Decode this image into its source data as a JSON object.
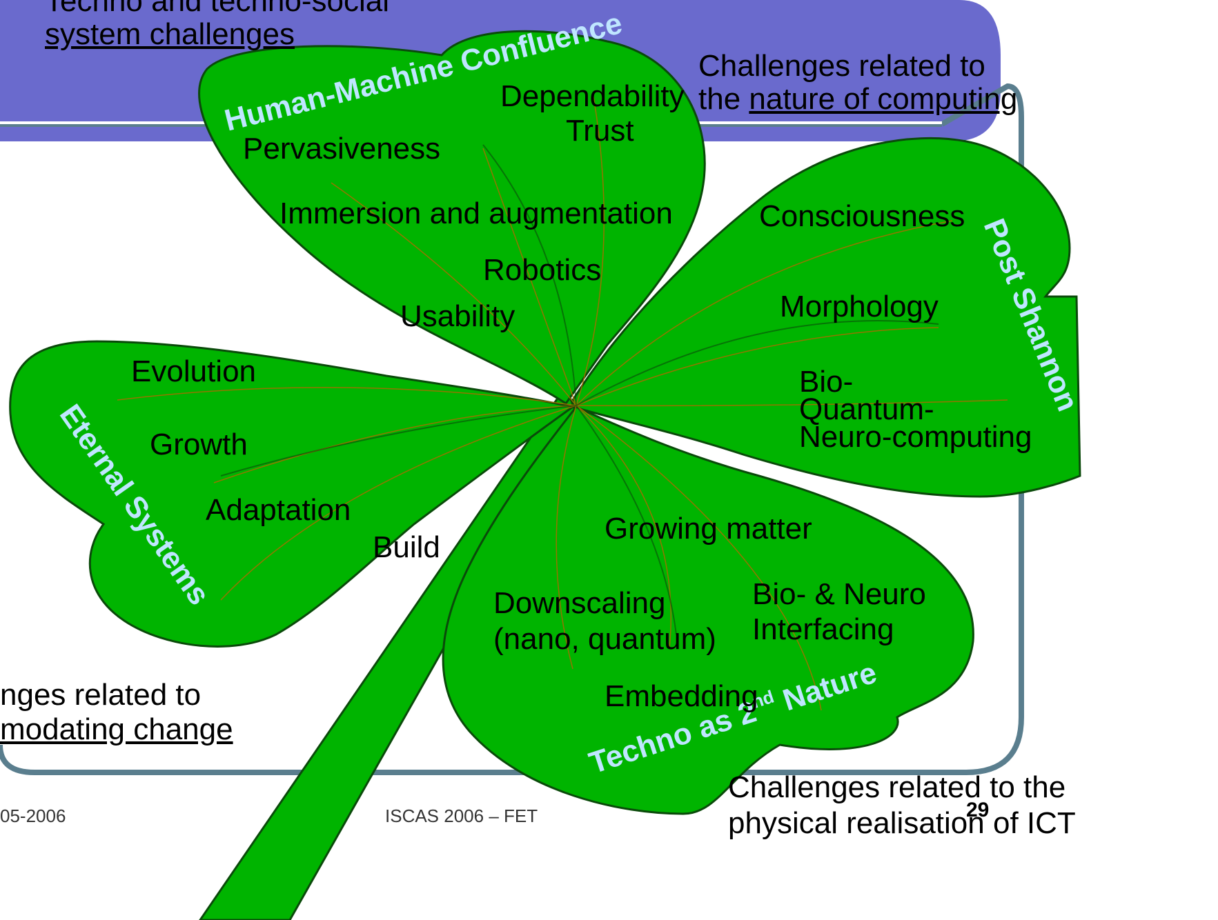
{
  "slide": {
    "challenge_top_left": {
      "line1": "Techno and techno-social",
      "line2": "system challenges"
    },
    "challenge_top_right": {
      "line1": "Challenges related to",
      "line2_prefix": "the ",
      "line2_link": "nature of computing"
    },
    "challenge_bottom_left": {
      "line1": "nges related to",
      "line2": "modating change"
    },
    "challenge_bottom_right": {
      "line1": "Challenges related to the",
      "line2": "physical realisation of ICT"
    },
    "footer": {
      "date": "05-2006",
      "conference": "ISCAS 2006 – FET",
      "page_number": "29"
    }
  },
  "petals": {
    "human_machine": "Human-Machine Confluence",
    "post_shannon": "Post Shannon",
    "eternal_systems": "Eternal Systems",
    "techno_nature_prefix": "Techno as 2",
    "techno_nature_sup": "nd",
    "techno_nature_suffix": " Nature"
  },
  "labels": {
    "dependability": "Dependability",
    "trust": "Trust",
    "pervasiveness": "Pervasiveness",
    "immersion": "Immersion and augmentation",
    "robotics": "Robotics",
    "usability": "Usability",
    "consciousness": "Consciousness",
    "morphology": "Morphology",
    "bio": "Bio-",
    "quantum": "Quantum-",
    "neuro": "Neuro-computing",
    "evolution": "Evolution",
    "growth": "Growth",
    "adaptation": "Adaptation",
    "build": "Build",
    "growing_matter": "Growing matter",
    "downscaling": "Downscaling",
    "nano_quantum": "(nano, quantum)",
    "bio_neuro": "Bio- & Neuro",
    "interfacing": "Interfacing",
    "embedding": "Embedding"
  },
  "colors": {
    "clover": "#00b400",
    "clover_outline": "#0a4a0a",
    "banner": "#6a6acd",
    "frame": "#5a7e8e",
    "petal_title": "#bfe6ff",
    "vein": "#b06a00"
  }
}
